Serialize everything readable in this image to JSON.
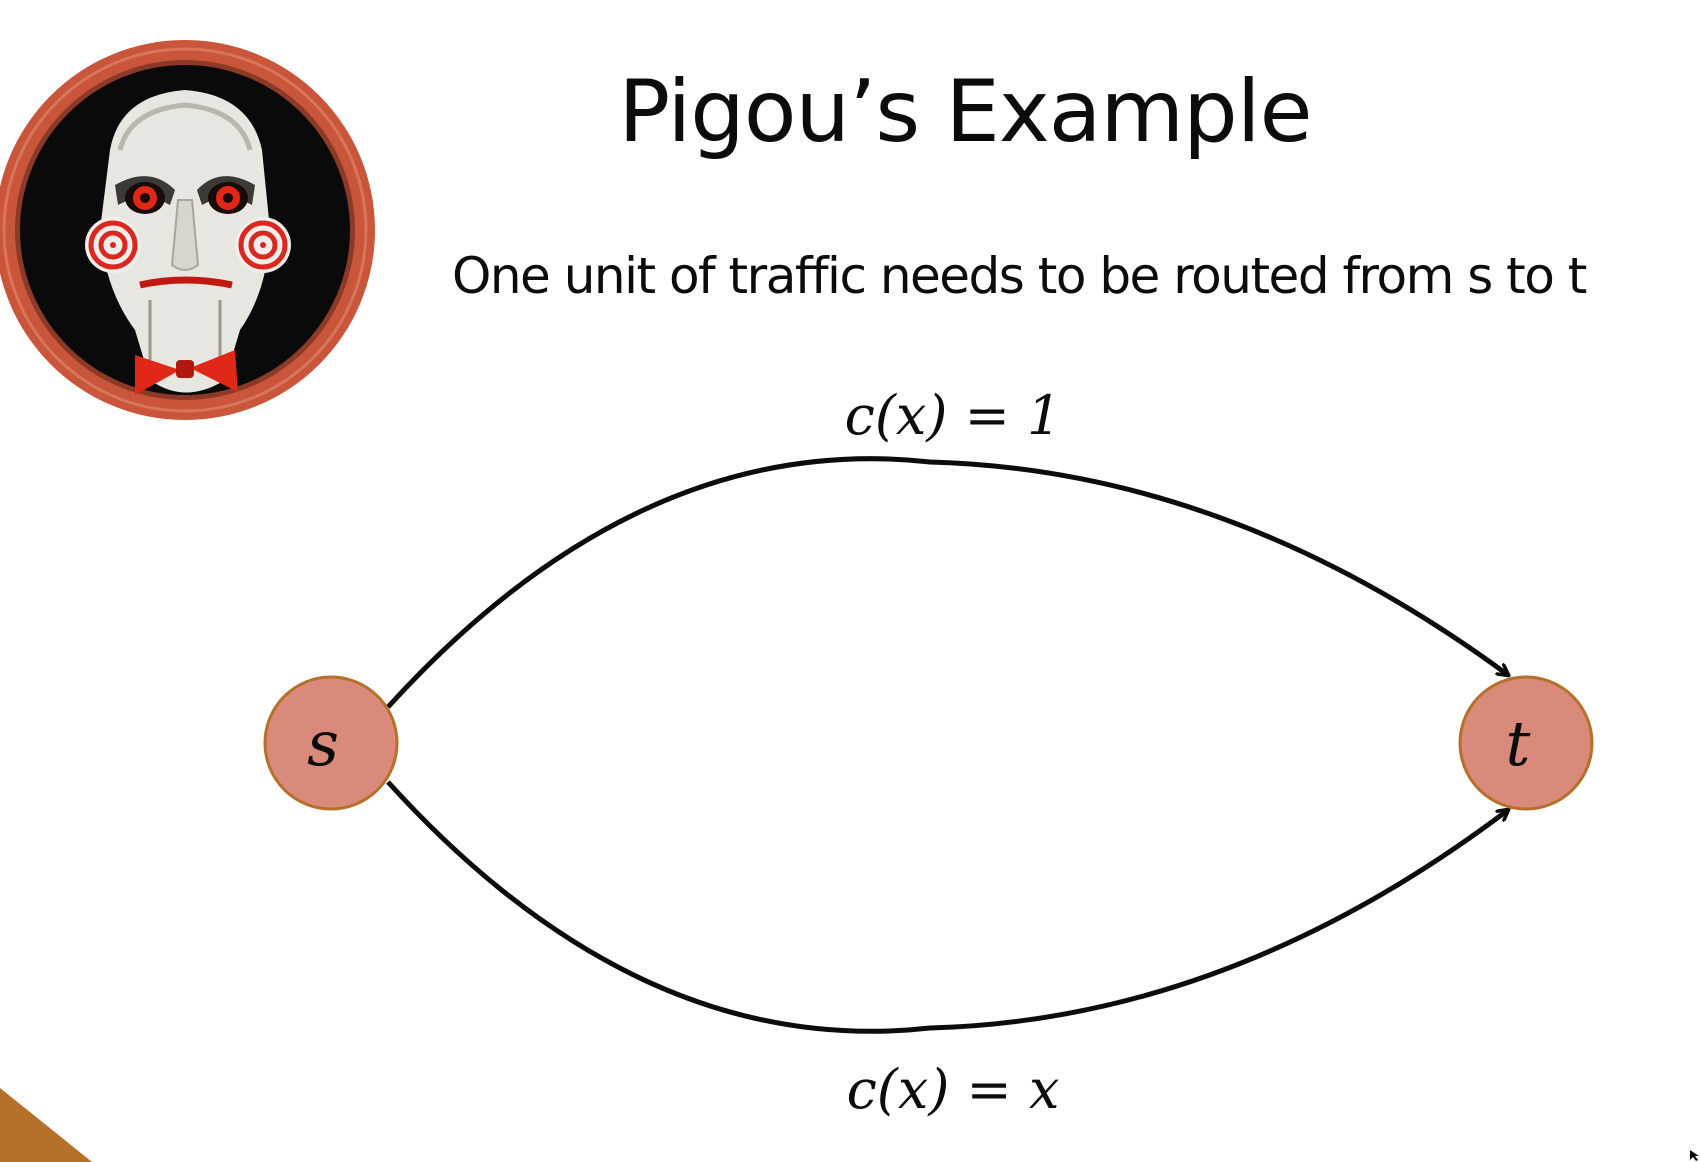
{
  "title": "Pigou’s Example",
  "subtitle": "One unit of traffic needs to be routed from s to t",
  "diagram": {
    "nodes": [
      {
        "id": "s",
        "label": "s"
      },
      {
        "id": "t",
        "label": "t"
      }
    ],
    "edges": [
      {
        "from": "s",
        "to": "t",
        "label": "c(x) = 1"
      },
      {
        "from": "s",
        "to": "t",
        "label": "c(x) = x"
      }
    ]
  },
  "colors": {
    "node_fill": "#d98a7a",
    "node_stroke": "#b5702a",
    "logo_ring": "#c9553a",
    "corner_accent": "#b5702a",
    "text": "#0c0c0c"
  }
}
